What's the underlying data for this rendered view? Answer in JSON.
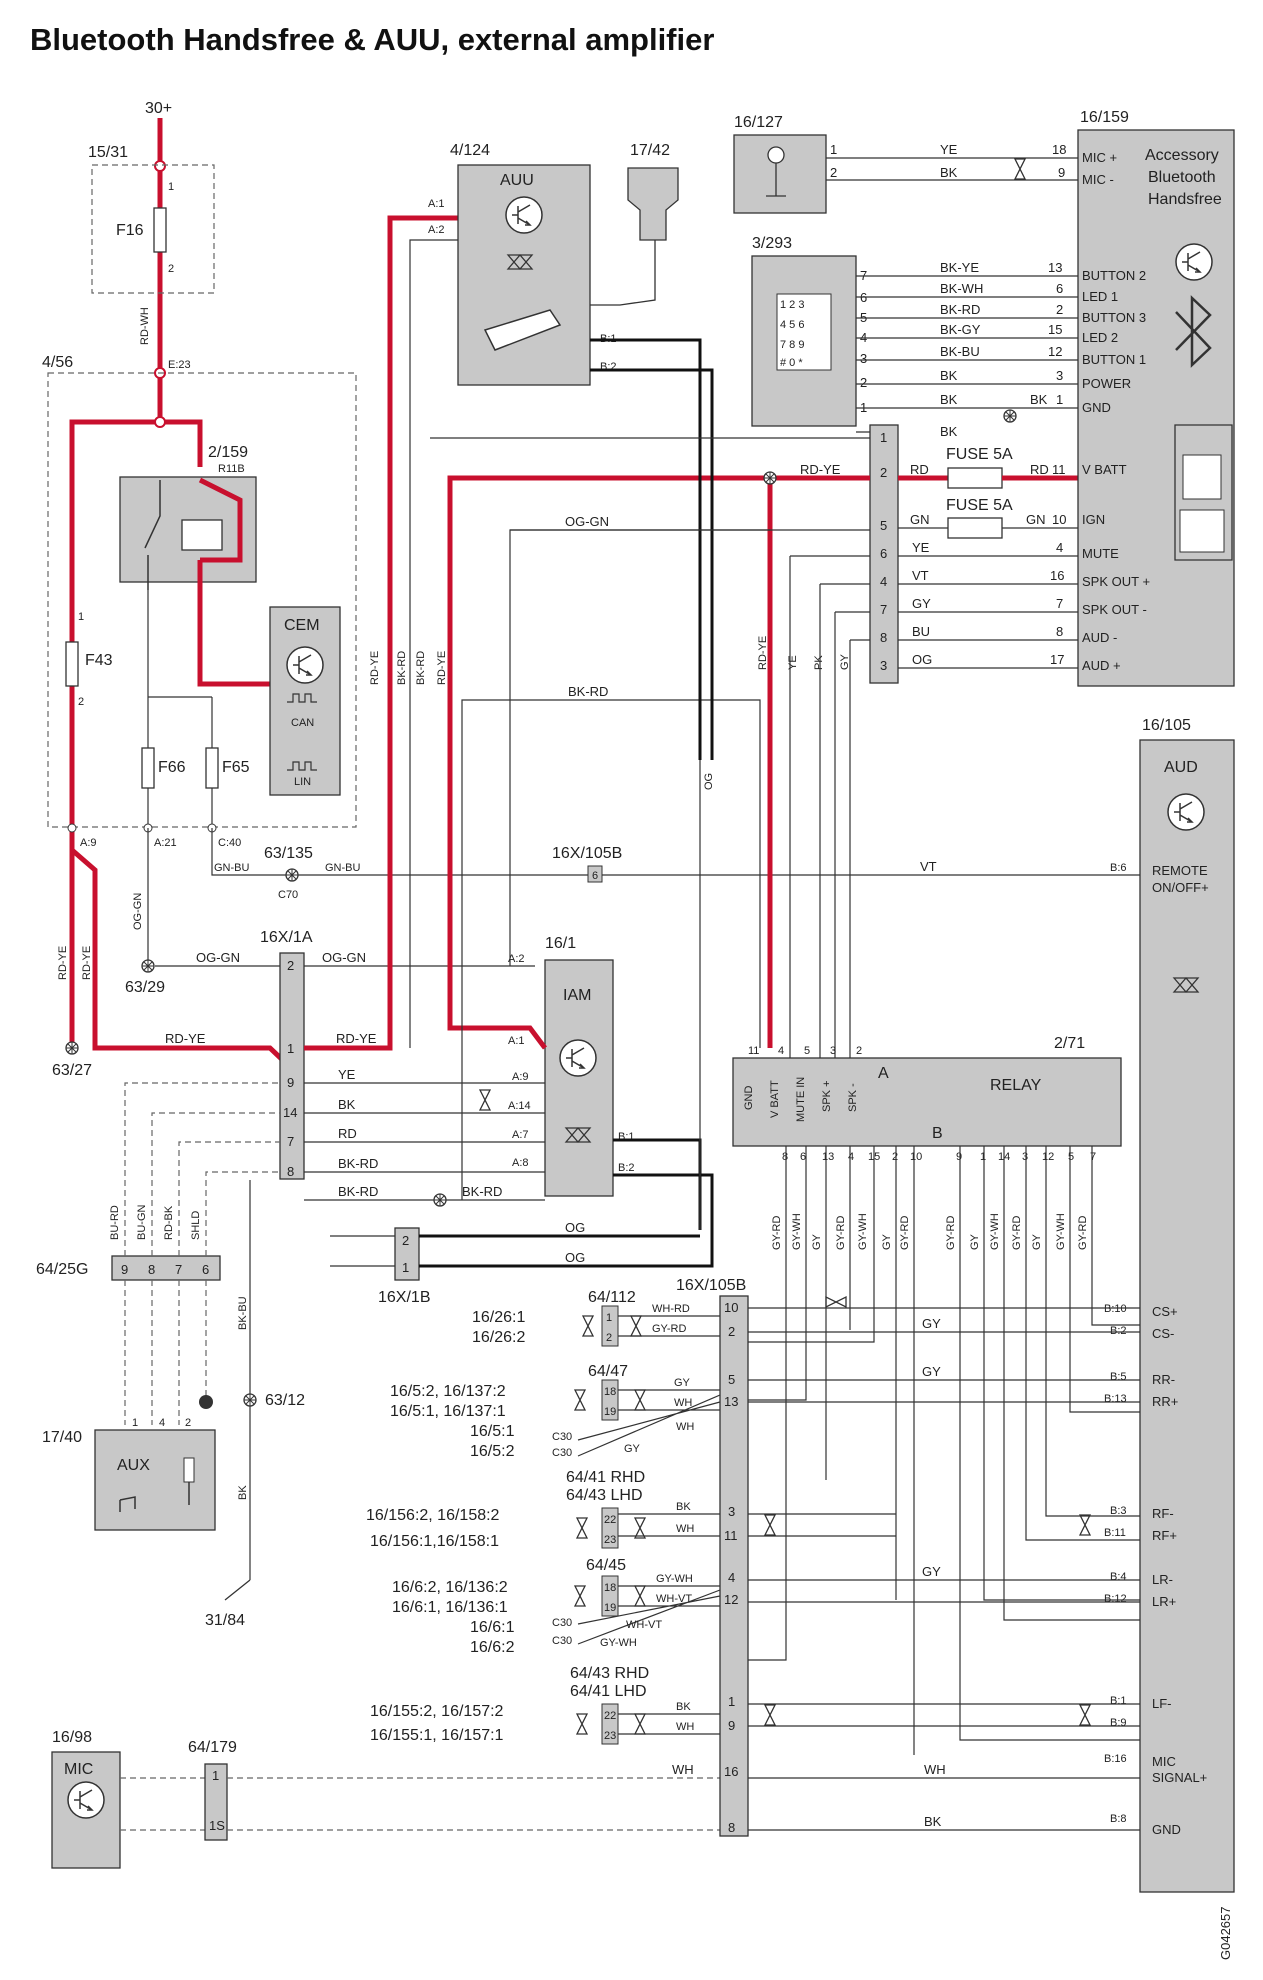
{
  "title": "Bluetooth Handsfree & AUU, external amplifier",
  "drawing_id": "G042657",
  "components": {
    "power_feed": "30+",
    "fusebox_1": "15/31",
    "fuse_f16": "F16",
    "splice_rdwh": "RD-WH",
    "cem_box": "4/56",
    "relay_r11b_id": "2/159",
    "relay_r11b": "R11B",
    "fuse_f43": "F43",
    "fuse_f66": "F66",
    "fuse_f65": "F65",
    "cem": "CEM",
    "cem_can": "CAN",
    "cem_lin": "LIN",
    "auu_id": "4/124",
    "auu": "AUU",
    "antenna_id": "17/42",
    "mic_id": "16/127",
    "keypad_id": "3/293",
    "bt_id": "16/159",
    "bt_name_1": "Accessory",
    "bt_name_2": "Bluetooth",
    "bt_name_3": "Handsfree",
    "fuse5a_1": "FUSE 5A",
    "fuse5a_2": "FUSE 5A",
    "aud_id": "16/105",
    "aud": "AUD",
    "relay_id": "2/71",
    "relay": "RELAY",
    "iam_id": "16/1",
    "iam": "IAM",
    "conn_16x1a": "16X/1A",
    "conn_16x1b": "16X/1B",
    "conn_16x105b_top": "16X/105B",
    "conn_16x105b": "16X/105B",
    "ground_6327": "63/27",
    "ground_6329": "63/29",
    "ground_63135": "63/135",
    "c70": "C70",
    "conn_6425g": "64/25G",
    "aux_id": "17/40",
    "aux": "AUX",
    "ground_6312": "63/12",
    "ground_3184": "31/84",
    "conn_64112": "64/112",
    "conn_6447": "64/47",
    "conn_6441rhd": "64/41 RHD",
    "conn_6443lhd": "64/43 LHD",
    "conn_6445": "64/45",
    "conn_6443rhd": "64/43 RHD",
    "conn_6441lhd": "64/41 LHD",
    "mic_id_2": "16/98",
    "mic": "MIC",
    "conn_64179": "64/179"
  },
  "bt_pins": [
    "MIC +",
    "MIC -",
    "BUTTON 2",
    "LED 1",
    "BUTTON 3",
    "LED 2",
    "BUTTON 1",
    "POWER",
    "GND",
    "V BATT",
    "IGN",
    "MUTE",
    "SPK OUT +",
    "SPK OUT -",
    "AUD -",
    "AUD +"
  ],
  "aud_pins": [
    "REMOTE",
    "ON/OFF+",
    "CS+",
    "CS-",
    "RR-",
    "RR+",
    "RF-",
    "RF+",
    "LR-",
    "LR+",
    "LF-",
    "MIC",
    "SIGNAL+",
    "GND"
  ],
  "relay_pins": [
    "GND",
    "V BATT",
    "MUTE IN",
    "SPK +",
    "SPK -"
  ],
  "speaker_refs": [
    "16/26:1",
    "16/26:2",
    "16/5:2, 16/137:2",
    "16/5:1, 16/137:1",
    "16/5:1",
    "16/5:2",
    "16/156:2, 16/158:2",
    "16/156:1,16/158:1",
    "16/6:2, 16/136:2",
    "16/6:1, 16/136:1",
    "16/6:1",
    "16/6:2",
    "16/155:2, 16/157:2",
    "16/155:1, 16/157:1"
  ],
  "aux_pins": [
    "BU-RD",
    "BU-GN",
    "RD-BK",
    "SHLD"
  ],
  "colors": {
    "power": "#c8102e",
    "wire": "#333333",
    "box": "#c8c8c8",
    "dashed": "#666666"
  }
}
